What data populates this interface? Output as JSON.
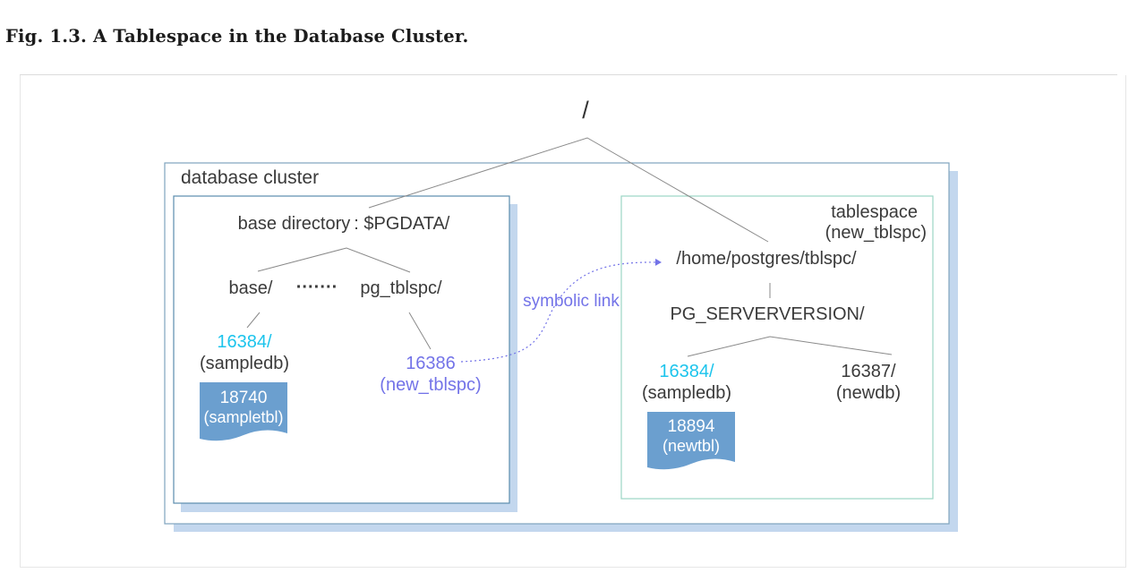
{
  "caption": "Fig. 1.3. A Tablespace in the Database Cluster.",
  "diagram": {
    "root": "/",
    "cluster_label": "database cluster",
    "base_dir": {
      "label": "base directory :  $PGDATA/",
      "base": "base/",
      "dots": "·······",
      "pg_tblspc": "pg_tblspc/",
      "db_oid": "16384/",
      "db_name": "(sampledb)",
      "table_oid": "18740",
      "table_name": "(sampletbl)",
      "link_oid": "16386",
      "link_name": "(new_tblspc)"
    },
    "symbolic_link": "symbolic link",
    "tablespace": {
      "title": "tablespace",
      "name": "(new_tblspc)",
      "path": "/home/postgres/tblspc/",
      "version_dir": "PG_SERVERVERSION/",
      "db1_oid": "16384/",
      "db1_name": "(sampledb)",
      "db2_oid": "16387/",
      "db2_name": "(newdb)",
      "table_oid": "18894",
      "table_name": "(newtbl)"
    },
    "colors": {
      "cyan": "#1cc4ec",
      "purple": "#7373e8",
      "box_border": "#5b8cad",
      "shadow_blue": "#c3d7ee",
      "shadow_green": "#a0d2b3",
      "file_fill": "#6b9fcf",
      "text": "#3a3a3a"
    }
  }
}
